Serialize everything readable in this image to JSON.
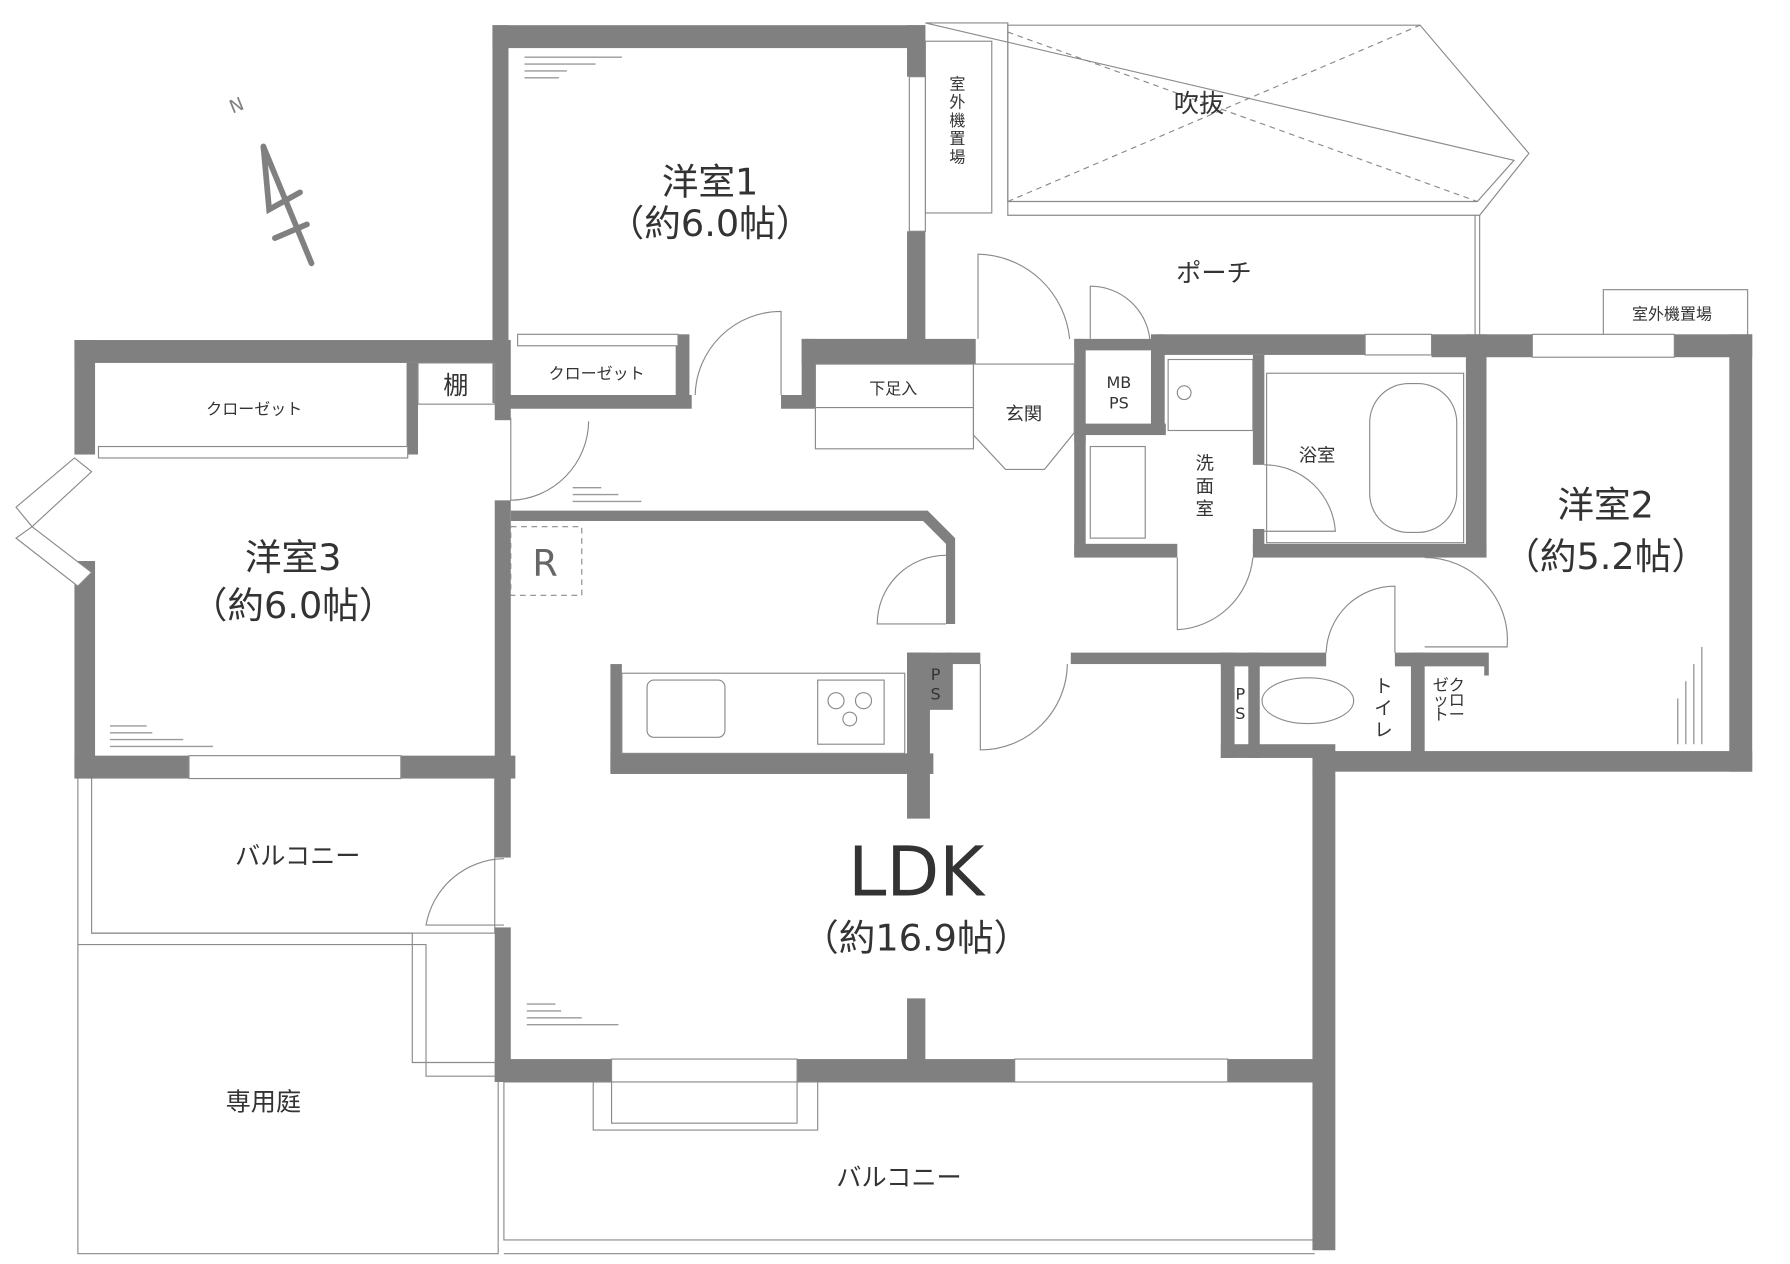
{
  "compass": {
    "label": "N"
  },
  "colors": {
    "wall": "#808080",
    "text": "#333333",
    "line": "#8a8a8a",
    "background": "#ffffff"
  },
  "rooms": {
    "western1": {
      "name": "洋室1",
      "size": "（約6.0帖）"
    },
    "western2": {
      "name": "洋室2",
      "size": "（約5.2帖）"
    },
    "western3": {
      "name": "洋室3",
      "size": "（約6.0帖）"
    },
    "ldk": {
      "name": "LDK",
      "size": "（約16.9帖）"
    },
    "entrance": {
      "name": "玄関"
    },
    "shoe_storage": {
      "name": "下足入"
    },
    "washroom": {
      "name": "洗面室",
      "chars": [
        "洗",
        "面",
        "室"
      ]
    },
    "bathroom": {
      "name": "浴室"
    },
    "toilet": {
      "name": "トイレ",
      "chars": [
        "ト",
        "イ",
        "レ"
      ]
    },
    "mbps": {
      "line1": "MB",
      "line2": "PS"
    },
    "ps_kitchen": {
      "line1": "P",
      "line2": "S"
    },
    "ps_toilet": {
      "line1": "P",
      "line2": "S"
    },
    "closet1": {
      "name": "クローゼット"
    },
    "closet3": {
      "name": "クローゼット"
    },
    "closet2": {
      "col1": [
        "ク",
        "ロ",
        "ー"
      ],
      "col2": [
        "ゼ",
        "ッ",
        "ト"
      ]
    },
    "shelf": {
      "name": "棚"
    },
    "refrigerator": {
      "name": "R"
    }
  },
  "exterior": {
    "porch": {
      "name": "ポーチ"
    },
    "void": {
      "name": "吹抜"
    },
    "ac_space_top": {
      "name": "室外機置場",
      "chars": [
        "室",
        "外",
        "機",
        "置",
        "場"
      ]
    },
    "ac_space_right": {
      "name": "室外機置場"
    },
    "balcony_west": {
      "name": "バルコニー"
    },
    "balcony_south": {
      "name": "バルコニー"
    },
    "private_garden": {
      "name": "専用庭"
    }
  }
}
